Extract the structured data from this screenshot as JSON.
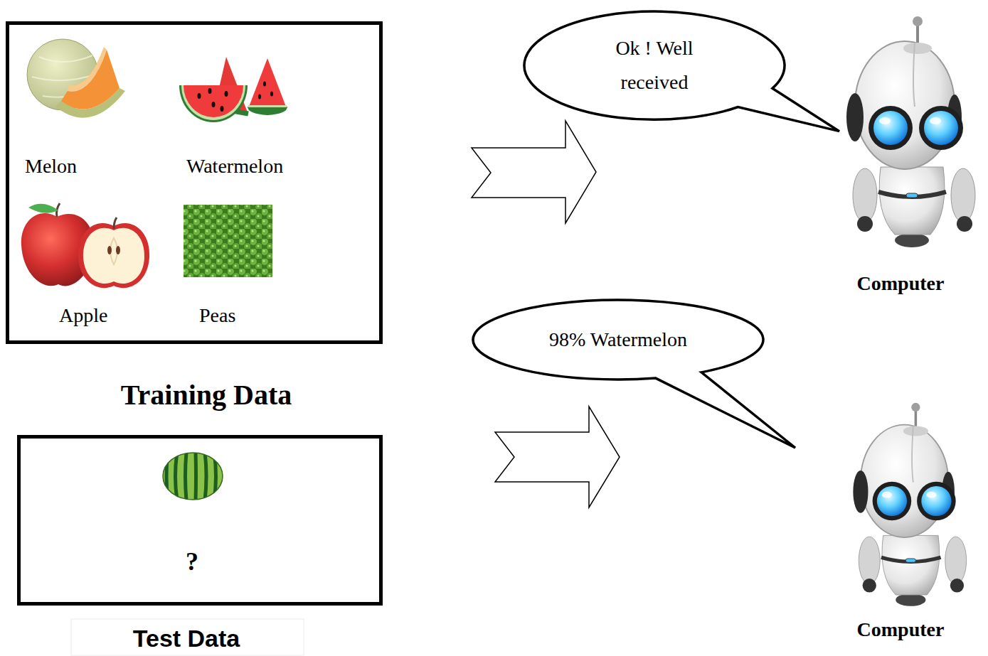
{
  "diagram": {
    "nodes": [
      {
        "text": [
          "Melon",
          "Watermelon",
          "Apple",
          "Peas",
          "Training Data"
        ]
      },
      {
        "text": [
          "?",
          "Test Data"
        ]
      },
      {
        "text": [
          "Ok ! Well received"
        ]
      },
      {
        "text": [
          "98% Watermelon"
        ]
      }
    ],
    "labels": [
      "Computer",
      "Computer"
    ]
  }
}
